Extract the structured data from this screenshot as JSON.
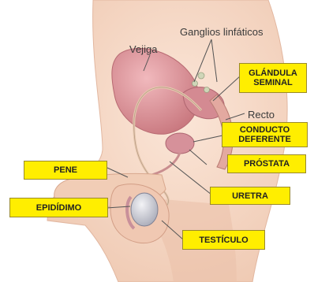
{
  "labels": {
    "vejiga": "Vejiga",
    "ganglios": "Ganglios linfáticos",
    "recto": "Recto",
    "glandula_line1": "GLÁNDULA",
    "glandula_line2": "SEMINAL",
    "conducto_line1": "CONDUCTO",
    "conducto_line2": "DEFERENTE",
    "prostata": "PRÓSTATA",
    "pene": "PENE",
    "uretra": "URETRA",
    "epididimo": "EPIDÍDIMO",
    "testiculo": "TESTÍCULO"
  },
  "colors": {
    "label_box": "#ffee00",
    "skin": "#f4d9c6",
    "organ": "#d99aa0",
    "testicle": "#cfd1d8"
  }
}
